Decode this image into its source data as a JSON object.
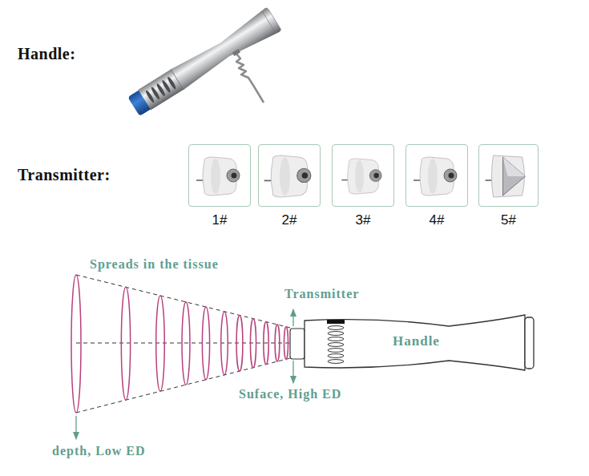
{
  "diagram": {
    "nodes": [
      {
        "text": [
          "1#"
        ]
      },
      {
        "text": [
          "2#"
        ]
      },
      {
        "text": [
          "3#"
        ]
      },
      {
        "text": [
          "4#"
        ]
      },
      {
        "text": [
          "5#"
        ]
      },
      {
        "text": [
          "Handle"
        ]
      }
    ],
    "labels": [
      "Handle:",
      "Transmitter:",
      "Spreads in the tissue",
      "Transmitter",
      "Suface, High ED",
      "depth, Low ED"
    ]
  }
}
